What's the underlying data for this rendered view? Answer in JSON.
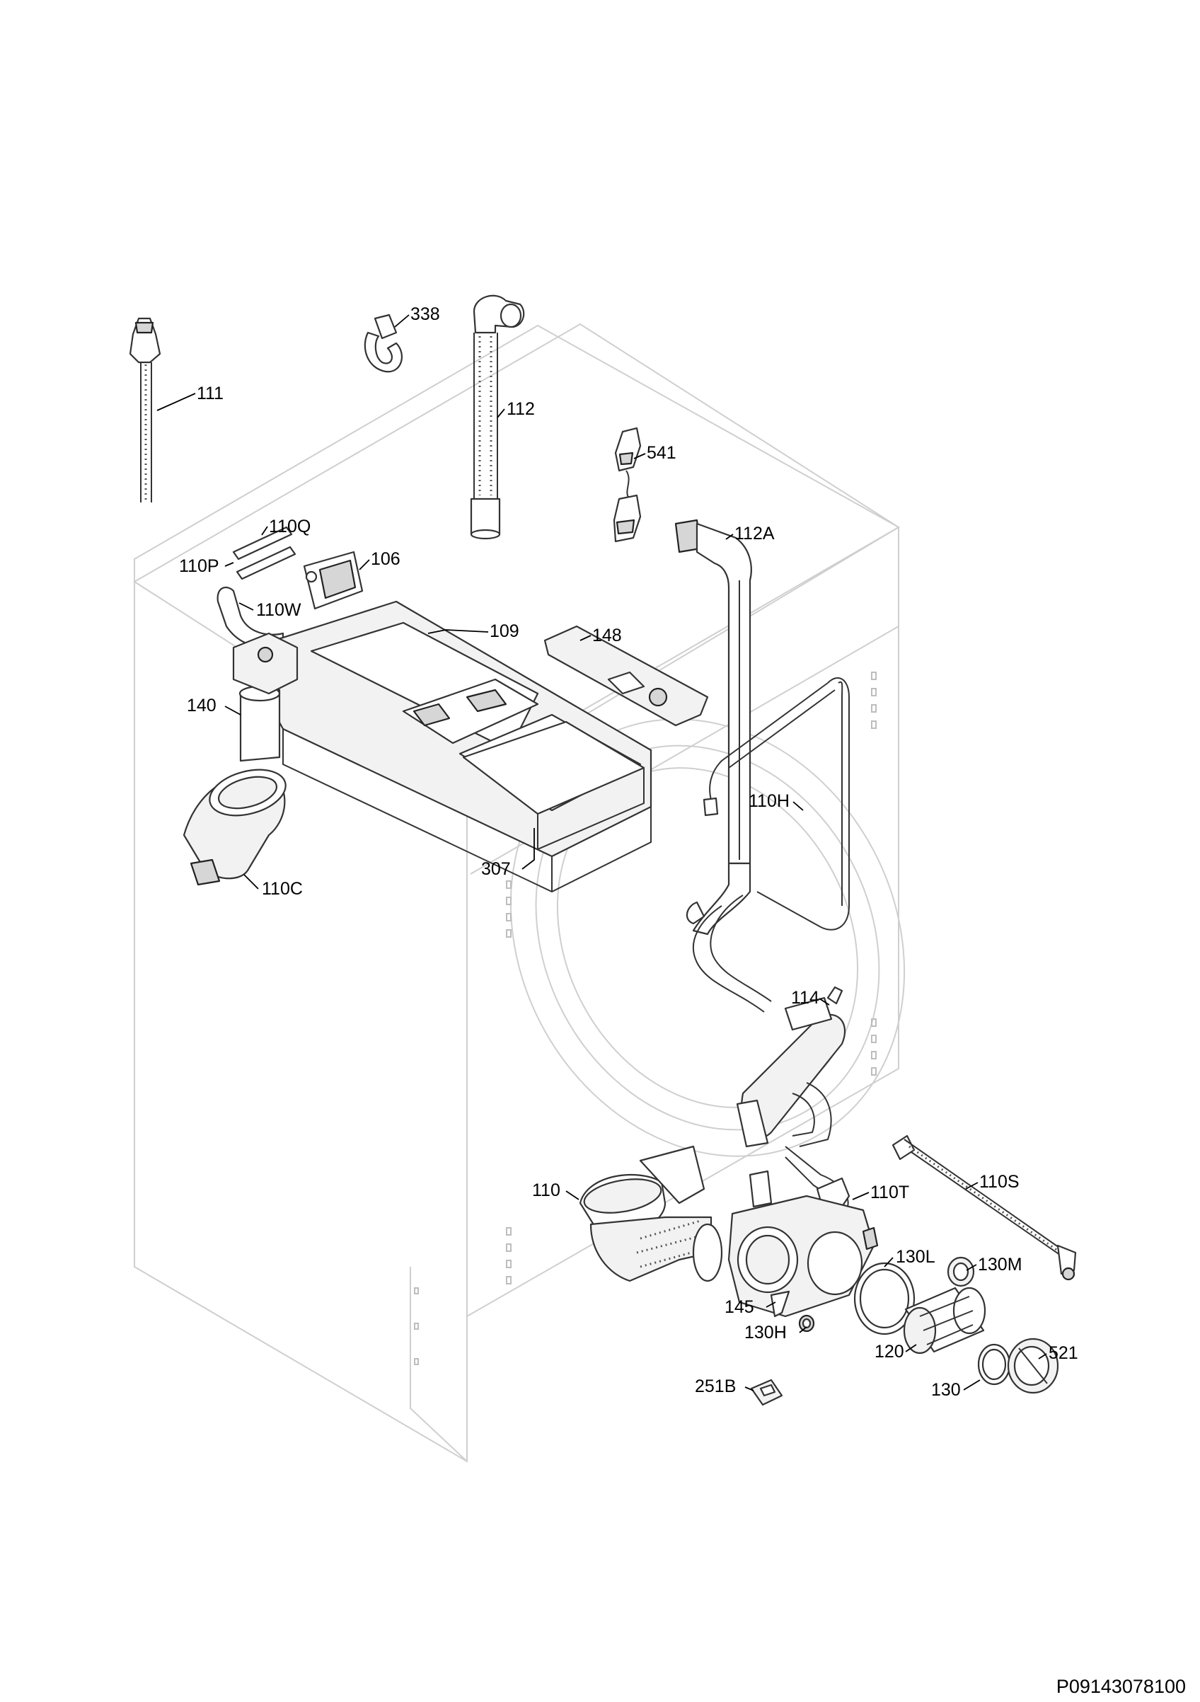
{
  "diagram": {
    "drawing_number": "P09143078100",
    "labels": {
      "p111": "111",
      "p338": "338",
      "p112": "112",
      "p541": "541",
      "p112A": "112A",
      "p110Q": "110Q",
      "p110P": "110P",
      "p106": "106",
      "p110W": "110W",
      "p109": "109",
      "p148": "148",
      "p140": "140",
      "p110H_hose": "110H",
      "p110C": "110C",
      "p307": "307",
      "p114": "114",
      "p110": "110",
      "p110T": "110T",
      "p110S": "110S",
      "p130L": "130L",
      "p130M": "130M",
      "p145": "145",
      "p130H": "130H",
      "p120": "120",
      "p521": "521",
      "p251B": "251B",
      "p130": "130"
    }
  }
}
